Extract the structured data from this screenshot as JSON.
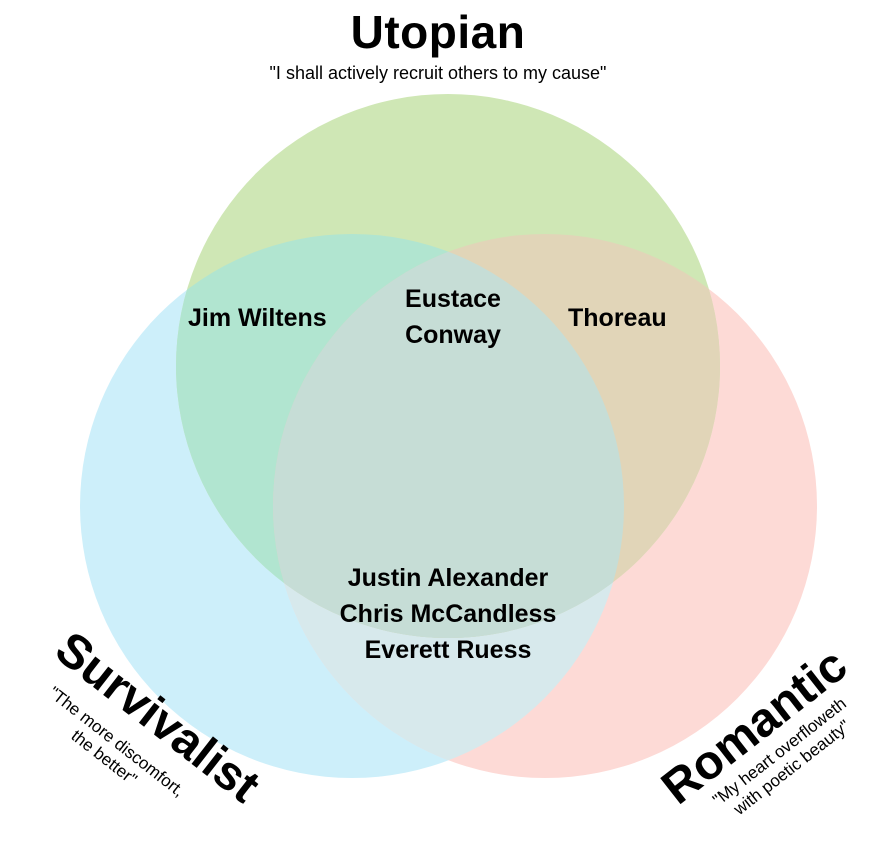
{
  "colors": {
    "background": "#ffffff",
    "utopian_circle": "#cfe7b5",
    "survivalist_circle": "#cdeffa",
    "romantic_circle": "#fddad6",
    "utopian_survivalist_overlap": "#b1e5d0",
    "utopian_romantic_overlap": "#e1d5b8",
    "survivalist_romantic_overlap": "#d7e9ec",
    "center_overlap": "#c6ddd6",
    "text": "#000000"
  },
  "title": {
    "heading": "Utopian",
    "quote": "\"I shall actively recruit others to my cause\""
  },
  "survivalist": {
    "heading": "Survivalist",
    "quote_line1": "\"The more discomfort,",
    "quote_line2": "the better\""
  },
  "romantic": {
    "heading": "Romantic",
    "quote_line1": "\"My heart overfloweth",
    "quote_line2": "with poetic beauty\""
  },
  "regions": {
    "utopian_survivalist": {
      "name": "Jim Wiltens"
    },
    "utopian_center": {
      "line1": "Eustace",
      "line2": "Conway"
    },
    "utopian_romantic": {
      "name": "Thoreau"
    },
    "all_three": {
      "line1": "Justin Alexander",
      "line2": "Chris McCandless",
      "line3": "Everett Ruess"
    }
  }
}
